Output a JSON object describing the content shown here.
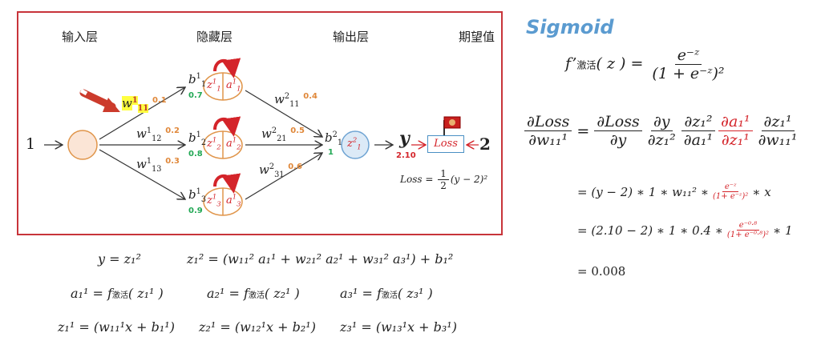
{
  "diagram": {
    "layer_titles": {
      "input": "输入层",
      "hidden": "隐藏层",
      "output": "输出层",
      "expected": "期望值"
    },
    "input_value": "1",
    "weights_layer1": [
      {
        "label": "w",
        "sup": "1",
        "sub": "11",
        "value": "0.1",
        "highlighted": true
      },
      {
        "label": "w",
        "sup": "1",
        "sub": "12",
        "value": "0.2"
      },
      {
        "label": "w",
        "sup": "1",
        "sub": "13",
        "value": "0.3"
      }
    ],
    "hidden_nodes": [
      {
        "bias_label": "b",
        "bias_sup": "1",
        "bias_sub": "1",
        "bias_value": "0.7",
        "z": "z",
        "a": "a",
        "idx": "1",
        "sup": "1"
      },
      {
        "bias_label": "b",
        "bias_sup": "1",
        "bias_sub": "2",
        "bias_value": "0.8",
        "z": "z",
        "a": "a",
        "idx": "2",
        "sup": "1"
      },
      {
        "bias_label": "b",
        "bias_sup": "1",
        "bias_sub": "3",
        "bias_value": "0.9",
        "z": "z",
        "a": "a",
        "idx": "3",
        "sup": "1"
      }
    ],
    "weights_layer2": [
      {
        "label": "w",
        "sup": "2",
        "sub": "11",
        "value": "0.4"
      },
      {
        "label": "w",
        "sup": "2",
        "sub": "21",
        "value": "0.5"
      },
      {
        "label": "w",
        "sup": "2",
        "sub": "31",
        "value": "0.6"
      }
    ],
    "output_bias": {
      "label": "b",
      "sup": "2",
      "sub": "1",
      "value": "1"
    },
    "output_node": {
      "label": "z",
      "sup": "2",
      "sub": "1"
    },
    "y_label": "y",
    "y_value": "2.10",
    "loss_label": "Loss",
    "expected_value": "2",
    "loss_formula": {
      "lhs": "Loss",
      "eq": "=",
      "num": "1",
      "den": "2",
      "rest": "(y − 2)²"
    }
  },
  "equations": {
    "row1": [
      "y  =  z₁²",
      "z₁² = (w₁₁² a₁¹ + w₂₁² a₂¹ + w₃₁² a₃¹) + b₁²"
    ],
    "row2": [
      {
        "lhs": "a₁¹ = f",
        "cn": "激活",
        "rhs": "( z₁¹ )"
      },
      {
        "lhs": "a₂¹ = f",
        "cn": "激活",
        "rhs": "( z₂¹ )"
      },
      {
        "lhs": "a₃¹ = f",
        "cn": "激活",
        "rhs": "( z₃¹ )"
      }
    ],
    "row3": [
      "z₁¹ = (w₁₁¹x + b₁¹)",
      "z₂¹ = (w₁₂¹x + b₂¹)",
      "z₃¹ = (w₁₃¹x + b₃¹)"
    ]
  },
  "derivation": {
    "title": "Sigmoid",
    "fprime": {
      "lhs": "f’",
      "cn": "激活",
      "arg": "( z ) =",
      "num": "e⁻ᶻ",
      "den": "(1 + e⁻ᶻ)²"
    },
    "chain": {
      "lhs_num": "∂Loss",
      "lhs_den": "∂w₁₁¹",
      "terms": [
        {
          "num": "∂Loss",
          "den": "∂y",
          "red": false
        },
        {
          "num": "∂y",
          "den": "∂z₁²",
          "red": false
        },
        {
          "num": "∂z₁²",
          "den": "∂a₁¹",
          "red": false
        },
        {
          "num": "∂a₁¹",
          "den": "∂z₁¹",
          "red": true
        },
        {
          "num": "∂z₁¹",
          "den": "∂w₁₁¹",
          "red": false
        }
      ]
    },
    "step1": {
      "pre": "= (y − 2) ∗ 1 ∗ w₁₁² ∗",
      "num": "e⁻ᶻ",
      "den": "(1+ e⁻ᶻ)²",
      "post": "∗ x"
    },
    "step2": {
      "pre": "= (2.10 − 2) ∗ 1 ∗ 0.4 ∗",
      "num": "e⁻⁰·⁸",
      "den": "(1+ e⁻⁰·⁸)²",
      "post": "∗ 1"
    },
    "result": "= 0.008"
  },
  "colors": {
    "frame": "#c8343a",
    "weight_value": "#e0883a",
    "bias_value": "#22a855",
    "red_text": "#d4242a",
    "title_blue": "#5b9bd0",
    "node_fill": "#fbe5d6",
    "node_stroke": "#e0954a",
    "output_fill": "#dceaf7",
    "output_stroke": "#6fa4d3"
  }
}
